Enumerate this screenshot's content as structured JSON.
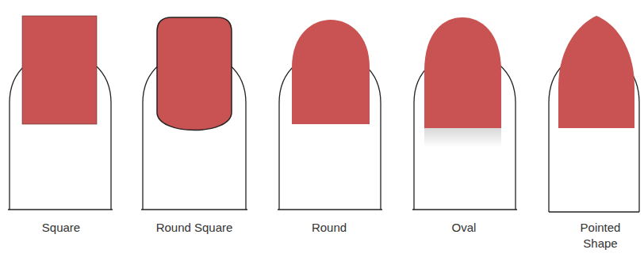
{
  "diagram": {
    "labels": [
      "Square",
      "Round Square",
      "Round",
      "Oval",
      "Pointed Shape"
    ]
  }
}
